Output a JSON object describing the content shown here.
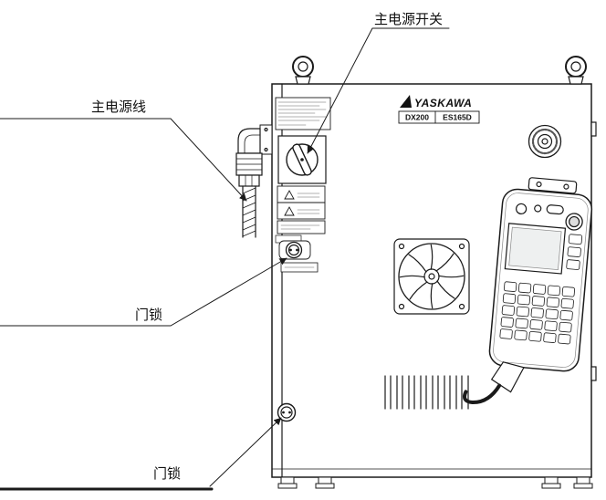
{
  "diagram": {
    "callouts": [
      {
        "id": "main-power-switch",
        "label": "主电源开关"
      },
      {
        "id": "main-power-cable",
        "label": "主电源线"
      },
      {
        "id": "door-lock-upper",
        "label": "门锁"
      },
      {
        "id": "door-lock-lower",
        "label": "门锁"
      }
    ],
    "cabinet": {
      "brand": "YASKAWA",
      "model_series": "DX200",
      "model_type": "ES165D"
    },
    "colors": {
      "line": "#1a1a1a",
      "background": "#ffffff"
    }
  }
}
